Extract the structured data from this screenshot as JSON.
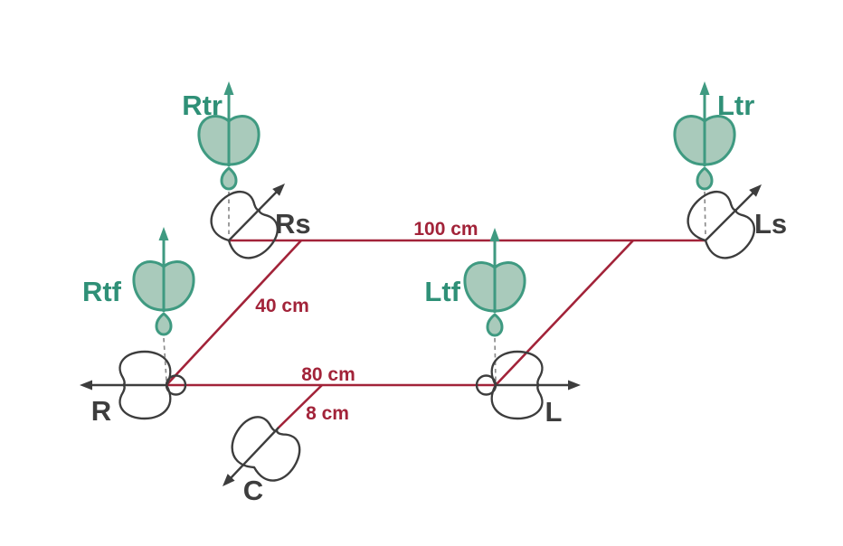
{
  "mics": {
    "rtr": {
      "label": "Rtr"
    },
    "ltr": {
      "label": "Ltr"
    },
    "rtf": {
      "label": "Rtf"
    },
    "ltf": {
      "label": "Ltf"
    },
    "rs": {
      "label": "Rs"
    },
    "ls": {
      "label": "Ls"
    },
    "r": {
      "label": "R"
    },
    "l": {
      "label": "L"
    },
    "c": {
      "label": "C"
    }
  },
  "distances": {
    "rear_width": {
      "label": "100 cm"
    },
    "front_width": {
      "label": "80 cm"
    },
    "depth": {
      "label": "40 cm"
    },
    "center_offset": {
      "label": "8 cm"
    }
  },
  "colors": {
    "dimension_red": "#a22339",
    "mic_outline_dark": "#3d3d3d",
    "height_mic_green_stroke": "#3f9a81",
    "height_mic_green_fill": "#a9cabb",
    "height_mic_label_teal": "#2f9077"
  }
}
